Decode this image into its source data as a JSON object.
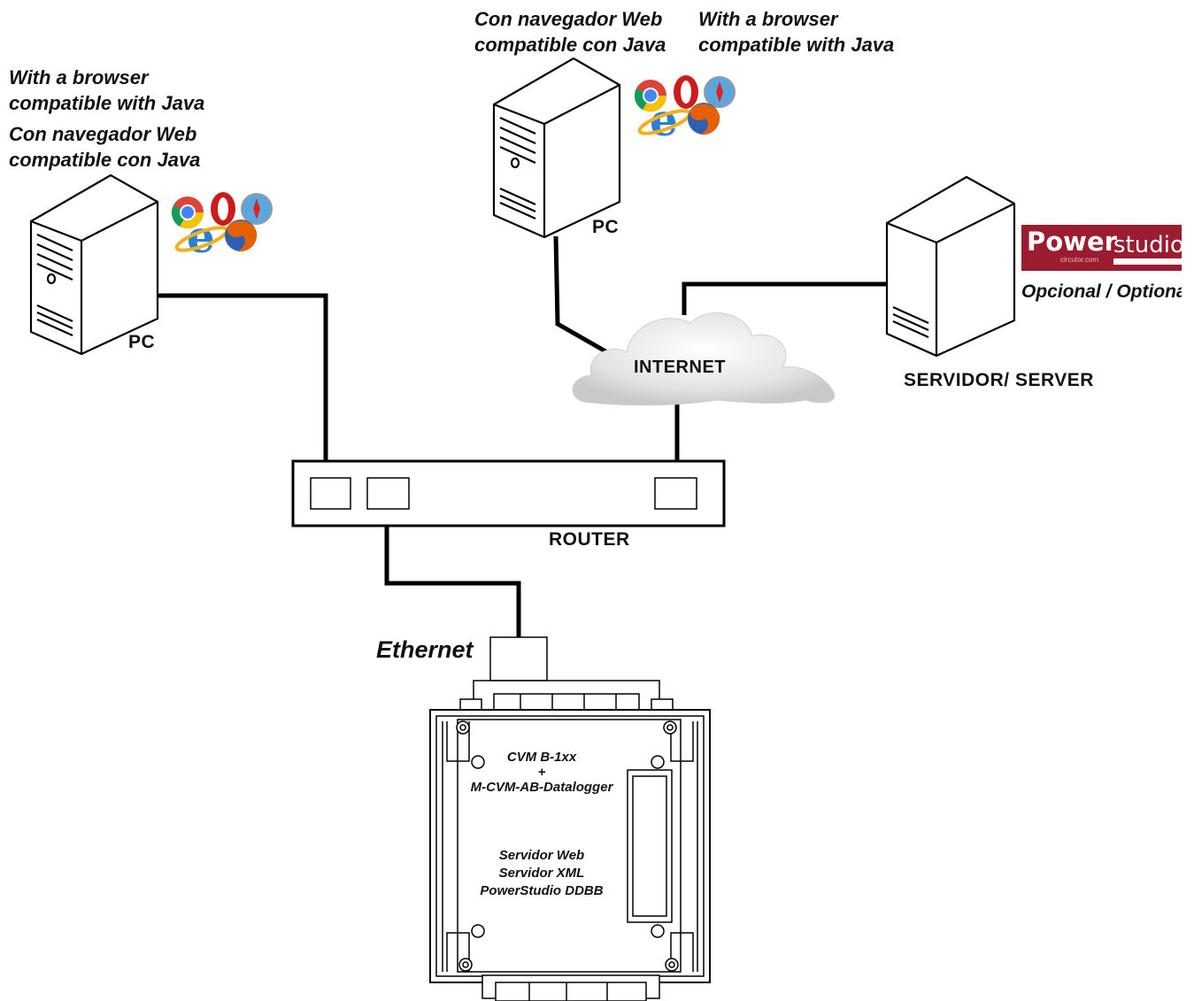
{
  "labels": {
    "left_browser_en": [
      "With a browser",
      "compatible with Java"
    ],
    "left_browser_es": [
      "Con navegador Web",
      "compatible con Java"
    ],
    "top_browser_es": [
      "Con navegador Web",
      "compatible con Java"
    ],
    "top_browser_en": [
      "With a browser",
      "compatible with Java"
    ],
    "pc_left": "PC",
    "pc_top": "PC",
    "internet": "INTERNET",
    "server": "SERVIDOR/ SERVER",
    "optional": "Opcional / Optional",
    "router": "ROUTER",
    "ethernet": "Ethernet"
  },
  "logo": {
    "power": "Power",
    "studio": "studio",
    "sub": "circutor.com",
    "color": "#9b1c31"
  },
  "device": {
    "model": "CVM B-1xx",
    "plus": "+",
    "module": "M-CVM-AB-Datalogger",
    "services": [
      "Servidor Web",
      "Servidor XML",
      "PowerStudio DDBB"
    ]
  },
  "icons": [
    "chrome-icon",
    "opera-icon",
    "safari-icon",
    "ie-icon",
    "firefox-icon"
  ]
}
